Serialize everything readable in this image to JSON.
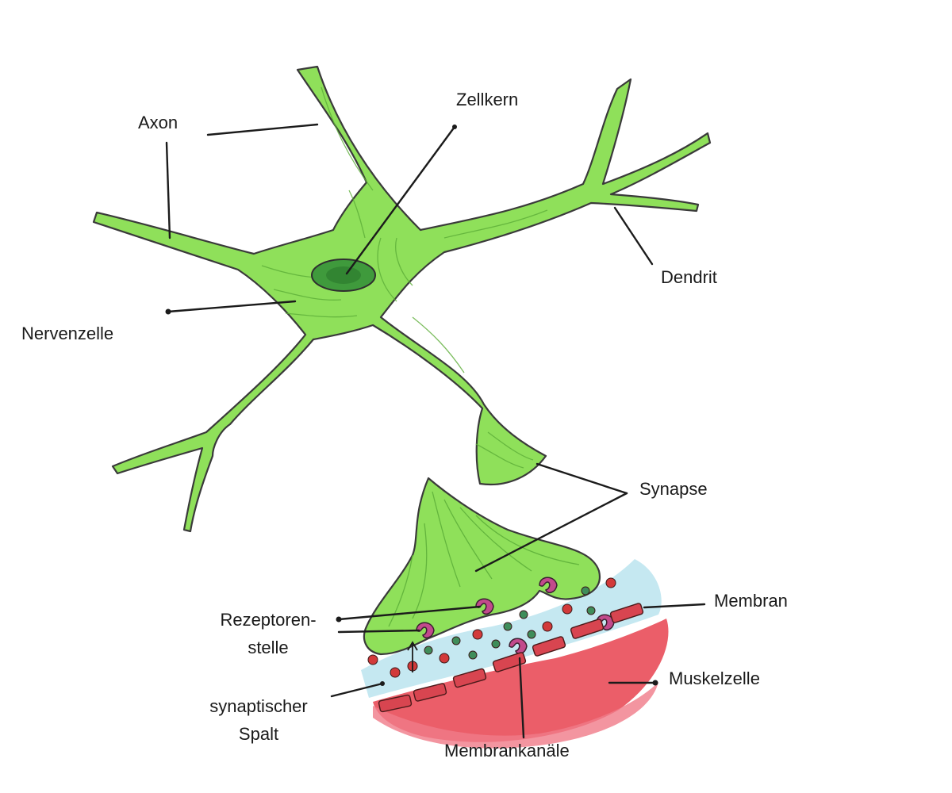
{
  "diagram": {
    "labels": {
      "axon": "Axon",
      "zellkern": "Zellkern",
      "dendrit": "Dendrit",
      "nervenzelle": "Nervenzelle",
      "synapse": "Synapse",
      "membran": "Membran",
      "rezeptoren_line1": "Rezeptoren-",
      "rezeptoren_line2": "stelle",
      "muskelzelle": "Muskelzelle",
      "spalt_line1": "synaptischer",
      "spalt_line2": "Spalt",
      "membrankanaele": "Membrankanäle"
    },
    "colors": {
      "neuron_fill": "#8fe05a",
      "neuron_outline": "#3a3a3a",
      "nucleus": "#3f9a3c",
      "muscle": "#e8424f",
      "cleft": "#bfe6f0",
      "receptor": "#c24a8c",
      "vesicle_red": "#d23a3a",
      "vesicle_green": "#3f8d5a"
    }
  }
}
